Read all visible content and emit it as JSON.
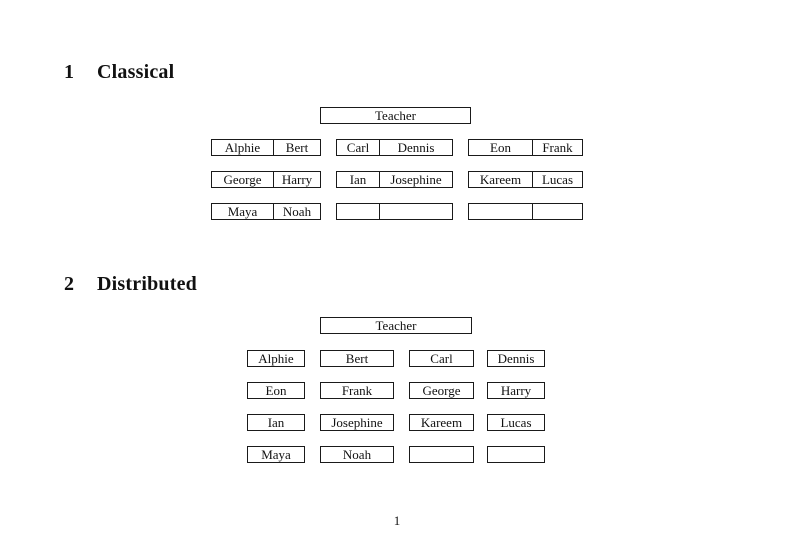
{
  "page": {
    "number": "1"
  },
  "sections": [
    {
      "number": "1",
      "title": "Classical",
      "teacher_label": "Teacher",
      "desks": [
        {
          "left": "Alphie",
          "right": "Bert"
        },
        {
          "left": "Carl",
          "right": "Dennis"
        },
        {
          "left": "Eon",
          "right": "Frank"
        },
        {
          "left": "George",
          "right": "Harry"
        },
        {
          "left": "Ian",
          "right": "Josephine"
        },
        {
          "left": "Kareem",
          "right": "Lucas"
        },
        {
          "left": "Maya",
          "right": "Noah"
        },
        {
          "left": "",
          "right": ""
        },
        {
          "left": "",
          "right": ""
        }
      ]
    },
    {
      "number": "2",
      "title": "Distributed",
      "teacher_label": "Teacher",
      "desks": [
        "Alphie",
        "Bert",
        "Carl",
        "Dennis",
        "Eon",
        "Frank",
        "George",
        "Harry",
        "Ian",
        "Josephine",
        "Kareem",
        "Lucas",
        "Maya",
        "Noah",
        "",
        ""
      ]
    }
  ]
}
